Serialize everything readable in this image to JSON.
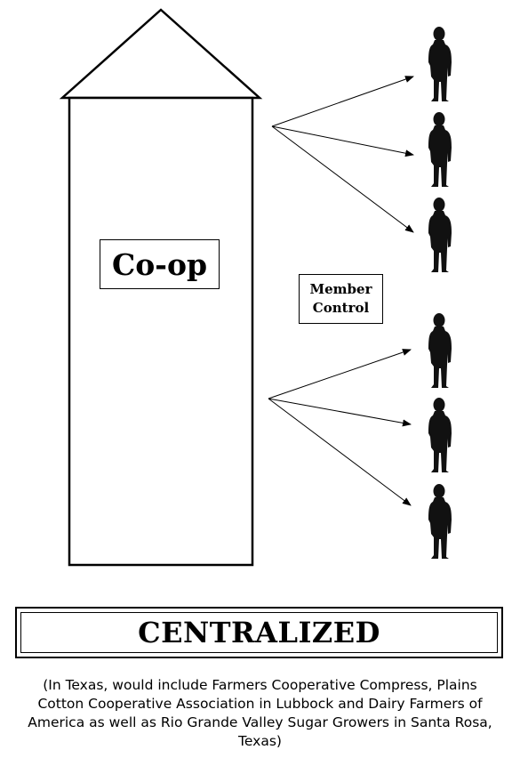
{
  "coop_label": "Co-op",
  "member_control": [
    "Member",
    "Control"
  ],
  "title": "CENTRALIZED",
  "caption": "(In Texas, would include Farmers Cooperative Compress, Plains Cotton Cooperative Association in Lubbock and Dairy Farmers of America as well as Rio Grande Valley Sugar Growers in Santa Rosa, Texas)",
  "members": [
    {
      "group": "upper",
      "id": "member-1"
    },
    {
      "group": "upper",
      "id": "member-2"
    },
    {
      "group": "upper",
      "id": "member-3"
    },
    {
      "group": "lower",
      "id": "member-4"
    },
    {
      "group": "lower",
      "id": "member-5"
    },
    {
      "group": "lower",
      "id": "member-6"
    }
  ],
  "colors": {
    "line": "#000000",
    "figure": "#111111",
    "background": "#ffffff"
  }
}
